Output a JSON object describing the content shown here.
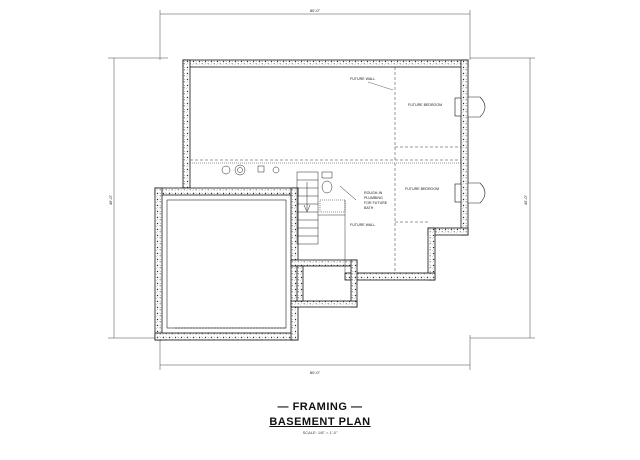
{
  "dimensions": {
    "top": "80'-0\"",
    "bottom": "80'-0\"",
    "left": "46'-0\"",
    "right": "45'-0\""
  },
  "rooms": {
    "future_wall_top": "FUTURE WALL",
    "future_bedroom_1": "FUTURE BEDROOM",
    "future_bedroom_2": "FUTURE BEDROOM",
    "future_wall_bottom": "FUTURE WALL",
    "rough_in_line1": "ROUGH-IN",
    "rough_in_line2": "PLUMBING",
    "rough_in_line3": "FOR FUTURE",
    "rough_in_line4": "BATH"
  },
  "title": {
    "line1": "— FRAMING —",
    "line2": "BASEMENT PLAN",
    "scale": "SCALE: 1/8\" = 1'-0\""
  }
}
